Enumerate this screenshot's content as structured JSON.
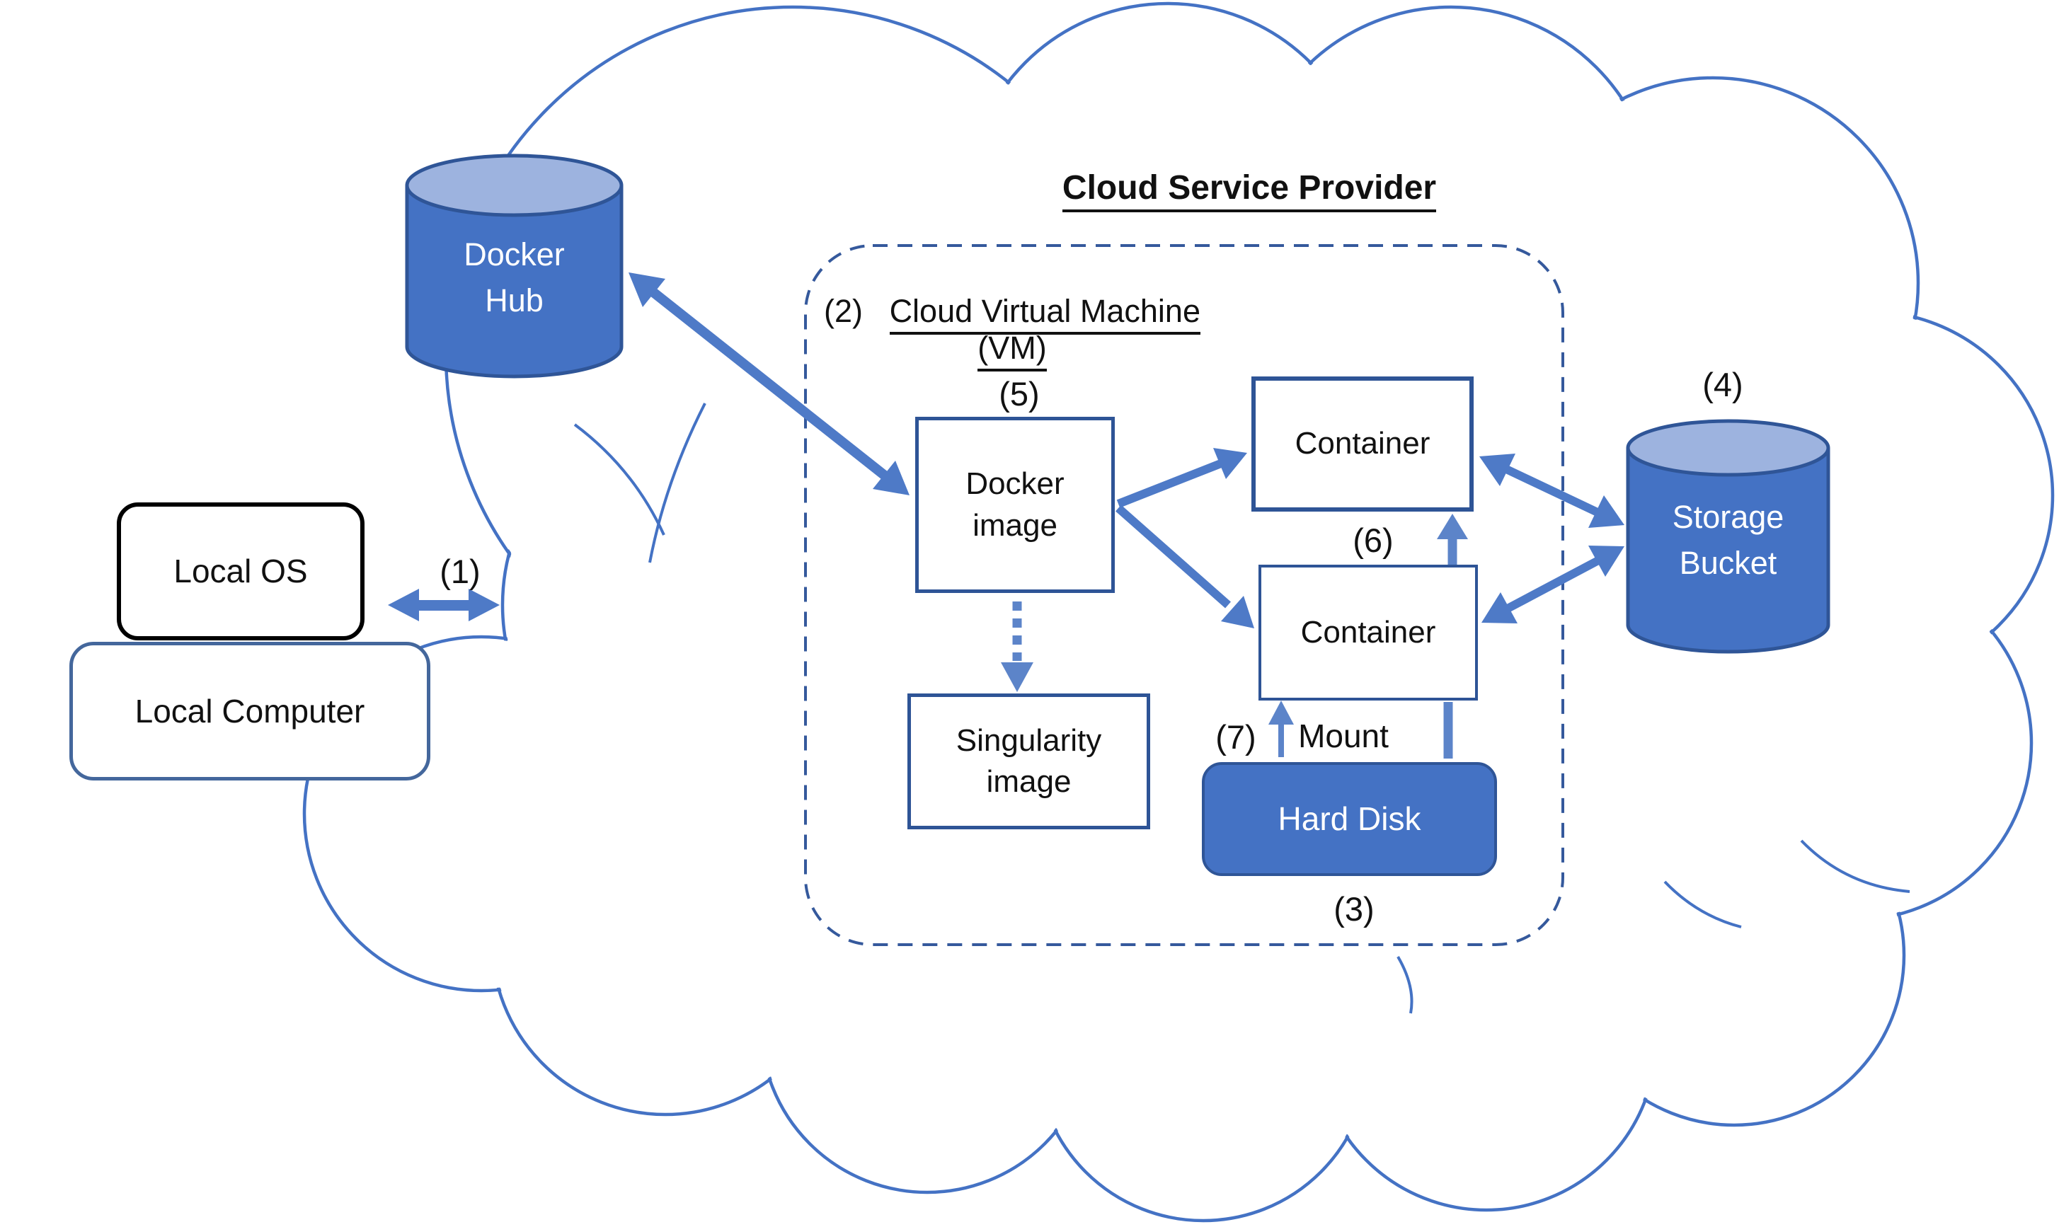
{
  "titles": {
    "cloud_provider": "Cloud Service Provider",
    "vm_prefix": "(2)",
    "vm_name": "Cloud Virtual Machine (VM)"
  },
  "nodes": {
    "docker_hub": {
      "line1": "Docker",
      "line2": "Hub"
    },
    "local_os": {
      "label": "Local OS"
    },
    "local_computer": {
      "label": "Local Computer"
    },
    "docker_image": {
      "line1": "Docker",
      "line2": "image"
    },
    "singularity_image": {
      "line1": "Singularity",
      "line2": "image"
    },
    "container_top": {
      "label": "Container"
    },
    "container_bottom": {
      "label": "Container"
    },
    "storage_bucket": {
      "line1": "Storage",
      "line2": "Bucket"
    },
    "hard_disk": {
      "label": "Hard Disk"
    }
  },
  "labels": {
    "n1": "(1)",
    "n3": "(3)",
    "n4": "(4)",
    "n5": "(5)",
    "n6": "(6)",
    "n7": "(7)",
    "mount": "Mount"
  },
  "colors": {
    "accent": "#4472C4",
    "accent_dark": "#2F5597",
    "accent_light": "#9DB3DF",
    "arrow": "#4E7AC7",
    "arrow_light": "#5C84C9",
    "dashed_border": "#35599C",
    "cloud_outline": "#4472C4"
  }
}
